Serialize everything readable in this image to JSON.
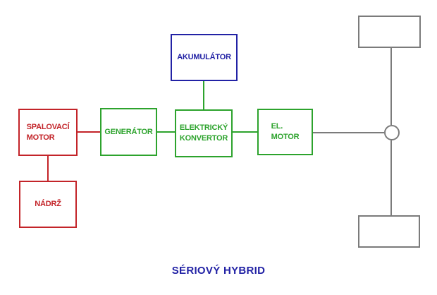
{
  "title": "SÉRIOVÝ HYBRID",
  "colors": {
    "red": "#c32429",
    "green": "#2da32d",
    "blue": "#2222a5",
    "gray": "#7b7b7b"
  },
  "boxes": {
    "combustion_engine": {
      "label": "SPALOVACÍ\nMOTOR",
      "color": "red"
    },
    "tank": {
      "label": "NÁDRŽ",
      "color": "red"
    },
    "generator": {
      "label": "GENERÁTOR",
      "color": "green"
    },
    "converter": {
      "label": "ELEKTRICKÝ\nKONVERTOR",
      "color": "green"
    },
    "electric_motor": {
      "label": "EL.\nMOTOR",
      "color": "green"
    },
    "accumulator": {
      "label": "AKUMULÁTOR",
      "color": "blue"
    }
  },
  "connections": [
    {
      "from": "combustion_engine",
      "to": "generator",
      "color": "red"
    },
    {
      "from": "combustion_engine",
      "to": "tank",
      "color": "red"
    },
    {
      "from": "generator",
      "to": "converter",
      "color": "green"
    },
    {
      "from": "accumulator",
      "to": "converter",
      "color": "green"
    },
    {
      "from": "converter",
      "to": "electric_motor",
      "color": "green"
    },
    {
      "from": "electric_motor",
      "to": "axle",
      "color": "gray"
    }
  ]
}
